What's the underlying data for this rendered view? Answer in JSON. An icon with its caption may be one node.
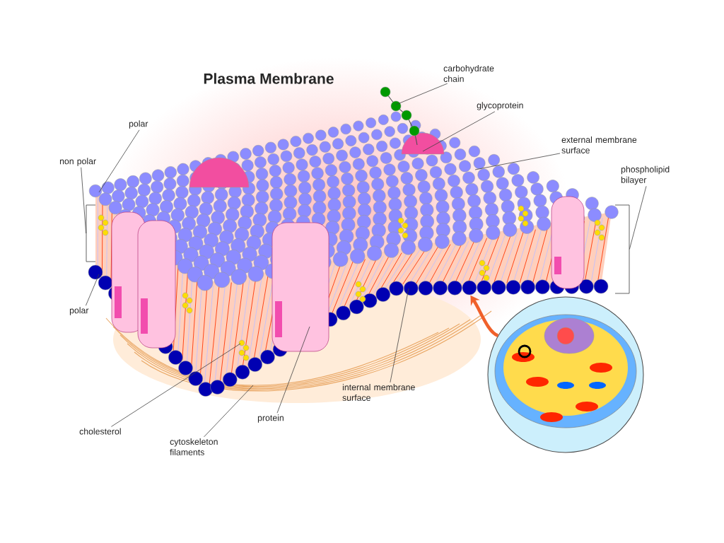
{
  "diagram": {
    "title": "Plasma Membrane",
    "nodes": [
      {
        "text": [
          "polar"
        ]
      },
      {
        "text": [
          "non polar"
        ]
      },
      {
        "text": [
          "polar"
        ]
      },
      {
        "text": [
          "carbohydrate chain"
        ]
      },
      {
        "text": [
          "glycoprotein"
        ]
      },
      {
        "text": [
          "external membrane surface"
        ]
      },
      {
        "text": [
          "phospholipid bilayer"
        ]
      },
      {
        "text": [
          "cholesterol"
        ]
      },
      {
        "text": [
          "cytoskeleton filaments"
        ]
      },
      {
        "text": [
          "protein"
        ]
      },
      {
        "text": [
          "internal membrane surface"
        ]
      },
      {
        "text": [],
        "shape": "picture"
      },
      {
        "text": [],
        "shape": "picture"
      },
      {
        "text": [],
        "shape": "bracket"
      },
      {
        "text": [],
        "shape": "bracket"
      }
    ],
    "edges": [
      {
        "from": 0,
        "to": 11,
        "arrow": "none"
      },
      {
        "from": 1,
        "to": 13,
        "arrow": "none"
      },
      {
        "from": 2,
        "to": 11,
        "arrow": "none"
      },
      {
        "from": 3,
        "to": 11,
        "arrow": "none"
      },
      {
        "from": 4,
        "to": 11,
        "arrow": "none"
      },
      {
        "from": 5,
        "to": 11,
        "arrow": "none"
      },
      {
        "from": 6,
        "to": 14,
        "arrow": "none"
      },
      {
        "from": 7,
        "to": 11,
        "arrow": "none"
      },
      {
        "from": 8,
        "to": 11,
        "arrow": "none"
      },
      {
        "from": 9,
        "to": 11,
        "arrow": "none"
      },
      {
        "from": 10,
        "to": 11,
        "arrow": "none"
      },
      {
        "from": 12,
        "to": 11,
        "arrow": "to",
        "style": "thick",
        "color": "#f0602a"
      }
    ]
  }
}
